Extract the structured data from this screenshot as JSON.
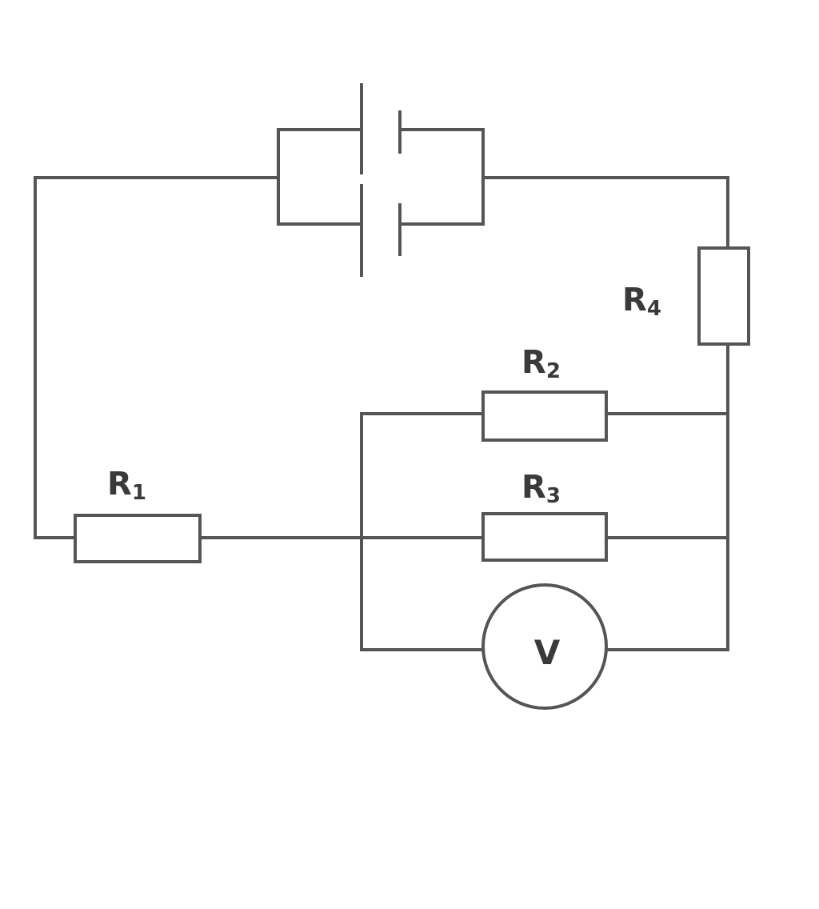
{
  "labels": {
    "r1": {
      "main": "R",
      "sub": "1"
    },
    "r2": {
      "main": "R",
      "sub": "2"
    },
    "r3": {
      "main": "R",
      "sub": "3"
    },
    "r4": {
      "main": "R",
      "sub": "4"
    }
  },
  "voltmeter": {
    "symbol": "V"
  },
  "colors": {
    "line": "#555555",
    "text": "#3a3a3a",
    "background": "#ffffff"
  }
}
